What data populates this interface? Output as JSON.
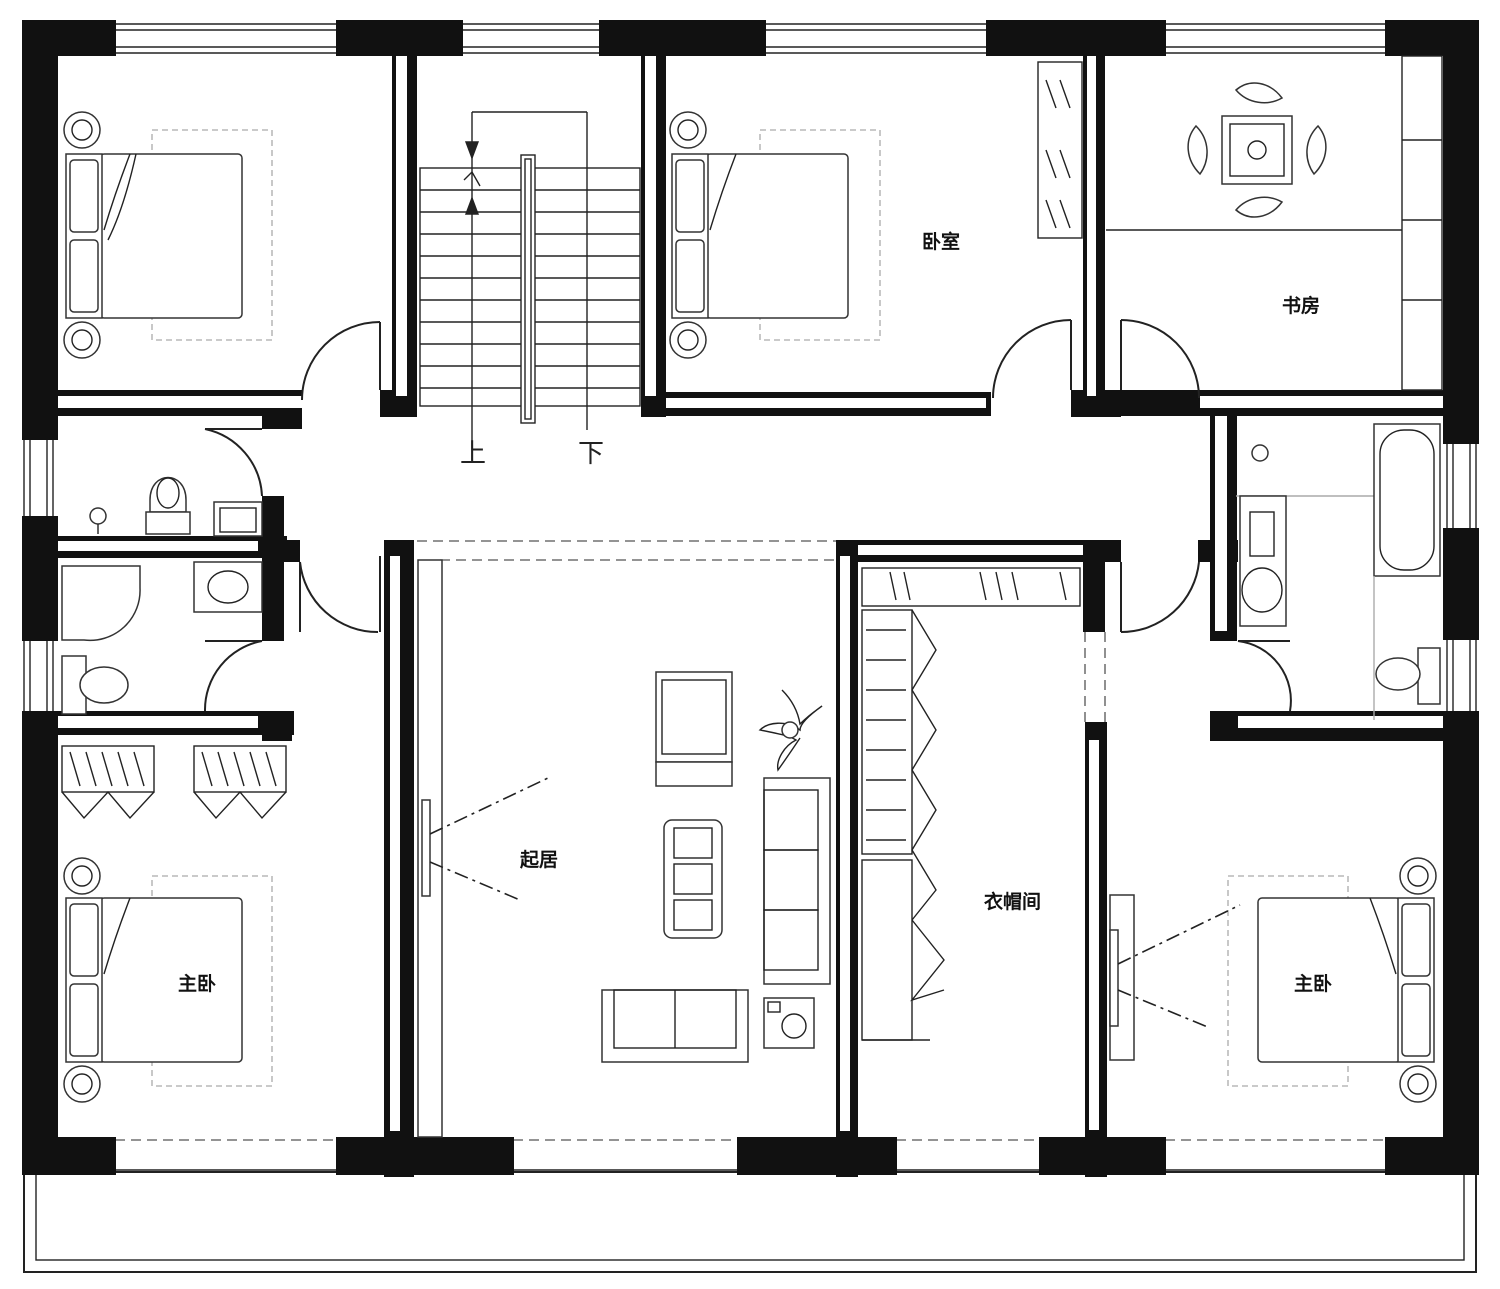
{
  "rooms": {
    "bedroom": "卧室",
    "study": "书房",
    "living": "起居",
    "wardrobe": "衣帽间",
    "master_left": "主卧",
    "master_right": "主卧"
  },
  "stairs": {
    "up": "上",
    "down": "下"
  },
  "colors": {
    "wall": "#111111",
    "line": "#222222",
    "background": "#ffffff"
  }
}
